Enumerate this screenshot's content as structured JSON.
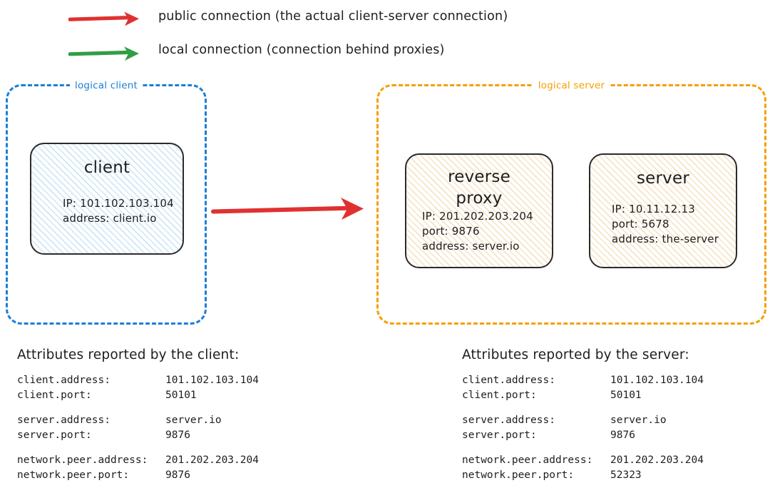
{
  "legend": {
    "items": [
      {
        "arrow_icon": "red-arrow-right-icon",
        "color": "#e03131",
        "label": "public connection (the actual client-server connection)"
      },
      {
        "arrow_icon": "green-arrow-right-icon",
        "color": "#2f9e44",
        "label": "local connection (connection behind proxies)"
      }
    ]
  },
  "diagram": {
    "main_arrow": {
      "icon": "red-arrow-right-icon",
      "color": "#e03131"
    },
    "logical_client": {
      "label": "logical client",
      "color": "#1c7ed6",
      "node": {
        "title": "client",
        "lines": [
          "IP: 101.102.103.104",
          "address: client.io"
        ]
      }
    },
    "logical_server": {
      "label": "logical server",
      "color": "#f59f00",
      "nodes": [
        {
          "title": "reverse\nproxy",
          "lines": [
            "IP: 201.202.203.204",
            "port: 9876",
            "address: server.io"
          ]
        },
        {
          "title": "server",
          "lines": [
            "IP: 10.11.12.13",
            "port: 5678",
            "address: the-server"
          ]
        }
      ]
    }
  },
  "attributes_client": {
    "heading": "Attributes reported by the client:",
    "groups": [
      [
        {
          "key": "client.address:",
          "value": "101.102.103.104"
        },
        {
          "key": "client.port:",
          "value": "50101"
        }
      ],
      [
        {
          "key": "server.address:",
          "value": "server.io"
        },
        {
          "key": "server.port:",
          "value": "9876"
        }
      ],
      [
        {
          "key": "network.peer.address:",
          "value": "201.202.203.204"
        },
        {
          "key": "network.peer.port:",
          "value": "9876"
        }
      ]
    ]
  },
  "attributes_server": {
    "heading": "Attributes reported by the server:",
    "groups": [
      [
        {
          "key": "client.address:",
          "value": "101.102.103.104"
        },
        {
          "key": "client.port:",
          "value": "50101"
        }
      ],
      [
        {
          "key": "server.address:",
          "value": "server.io"
        },
        {
          "key": "server.port:",
          "value": "9876"
        }
      ],
      [
        {
          "key": "network.peer.address:",
          "value": "201.202.203.204"
        },
        {
          "key": "network.peer.port:",
          "value": "52323"
        }
      ]
    ]
  }
}
